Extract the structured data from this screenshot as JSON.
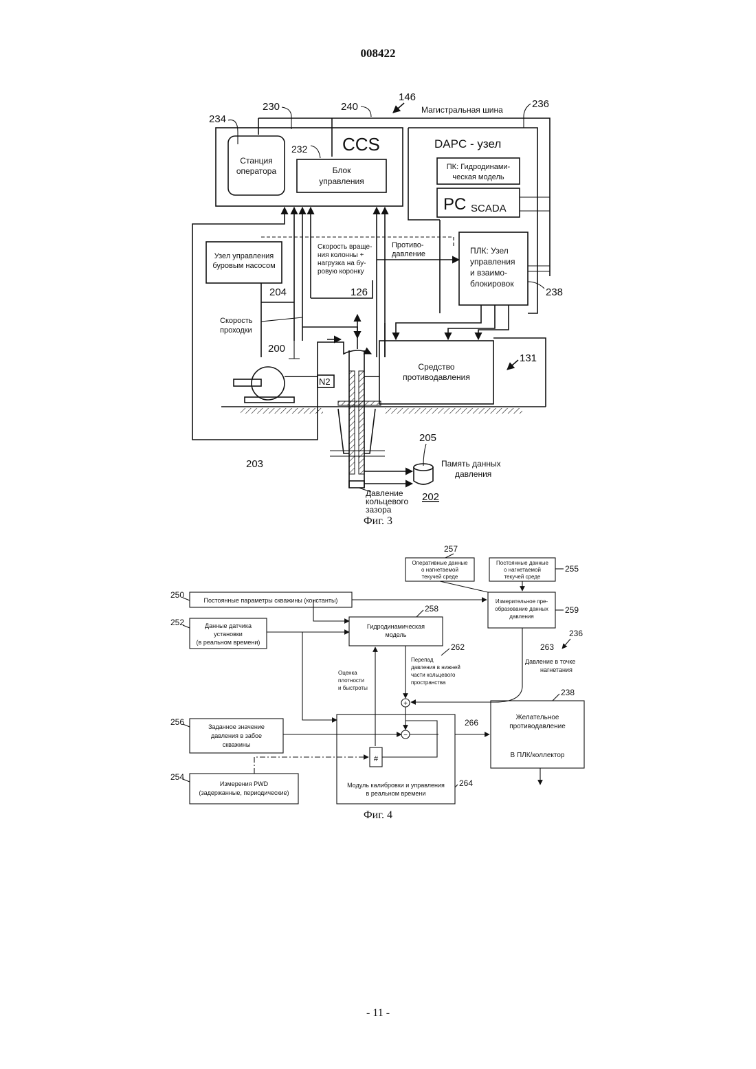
{
  "header": {
    "doc_number": "008422"
  },
  "footer": {
    "page": "- 11 -"
  },
  "fig3": {
    "caption": "Фиг. 3",
    "ref_146": "146",
    "ref_230": "230",
    "ref_234": "234",
    "ref_240": "240",
    "ref_236": "236",
    "ref_232": "232",
    "bus_label": "Магистральная шина",
    "ccs_title": "CCS",
    "station_line1": "Станция",
    "station_line2": "оператора",
    "control_line1": "Блок",
    "control_line2": "управления",
    "dapc_title": "DAPC - узел",
    "pk_line1": "ПК: Гидродинами-",
    "pk_line2": "ческая модель",
    "pc_main": "PC",
    "pc_sub": "SCADA",
    "plk_line1": "ПЛК: Узел",
    "plk_line2": "управления",
    "plk_line3": "и взаимо-",
    "plk_line4": "блокировок",
    "ref_238": "238",
    "pump_line1": "Узел управления",
    "pump_line2": "буровым насосом",
    "rot_line1": "Скорость враще-",
    "rot_line2": "ния колонны +",
    "rot_line3": "нагрузка на бу-",
    "rot_line4": "ровую коронку",
    "bp_line1": "Противо-",
    "bp_line2": "давление",
    "ref_204": "204",
    "ref_126": "126",
    "rop_line1": "Скорость",
    "rop_line2": "проходки",
    "ref_200": "200",
    "ref_131": "131",
    "means_line1": "Средство",
    "means_line2": "противодавления",
    "n2_label": "N2",
    "ref_203": "203",
    "ref_205": "205",
    "mem_line1": "Память данных",
    "mem_line2": "давления",
    "ann_line1": "Давление",
    "ann_line2": "кольцевого",
    "ann_line3": "зазора",
    "ref_202": "202"
  },
  "fig4": {
    "caption": "Фиг. 4",
    "ref_257": "257",
    "op_line1": "Оперативные данные",
    "op_line2": "о нагнетаемой",
    "op_line3": "текучей среде",
    "const_line1": "Постоянные данные",
    "const_line2": "о нагнетаемой",
    "const_line3": "текучей среде",
    "ref_255": "255",
    "ref_250": "250",
    "well_const": "Постоянные параметры скважины (константы)",
    "meas_line1": "Измерительное пре-",
    "meas_line2": "образование данных",
    "meas_line3": "давления",
    "ref_259": "259",
    "ref_258": "258",
    "ref_252": "252",
    "sensor_line1": "Данные датчика",
    "sensor_line2": "установки",
    "sensor_line3": "(в реальном времени)",
    "hyd_line1": "Гидродинамическая",
    "hyd_line2": "модель",
    "ref_262": "262",
    "drop_line1": "Перепад",
    "drop_line2": "давления в нижней",
    "drop_line3": "части кольцевого",
    "drop_line4": "пространства",
    "ref_236": "236",
    "ref_263": "263",
    "inj_line1": "Давление в точке",
    "inj_line2": "нагнетания",
    "est_line1": "Оценка",
    "est_line2": "плотности",
    "est_line3": "и быстроты",
    "ref_238": "238",
    "ref_256": "256",
    "set_line1": "Заданное значение",
    "set_line2": "давления в забое",
    "set_line3": "скважины",
    "ref_266": "266",
    "des_line1": "Желательное",
    "des_line2": "противодавление",
    "des_line3": "В ПЛК/коллектор",
    "plus_sign": "+",
    "minus_sign": "−",
    "hash_sign": "#",
    "ref_254": "254",
    "pwd_line1": "Измерения PWD",
    "pwd_line2": "(задержанные, периодические)",
    "module_line1": "Модуль калибровки и управления",
    "module_line2": "в реальном времени",
    "ref_264": "264"
  }
}
